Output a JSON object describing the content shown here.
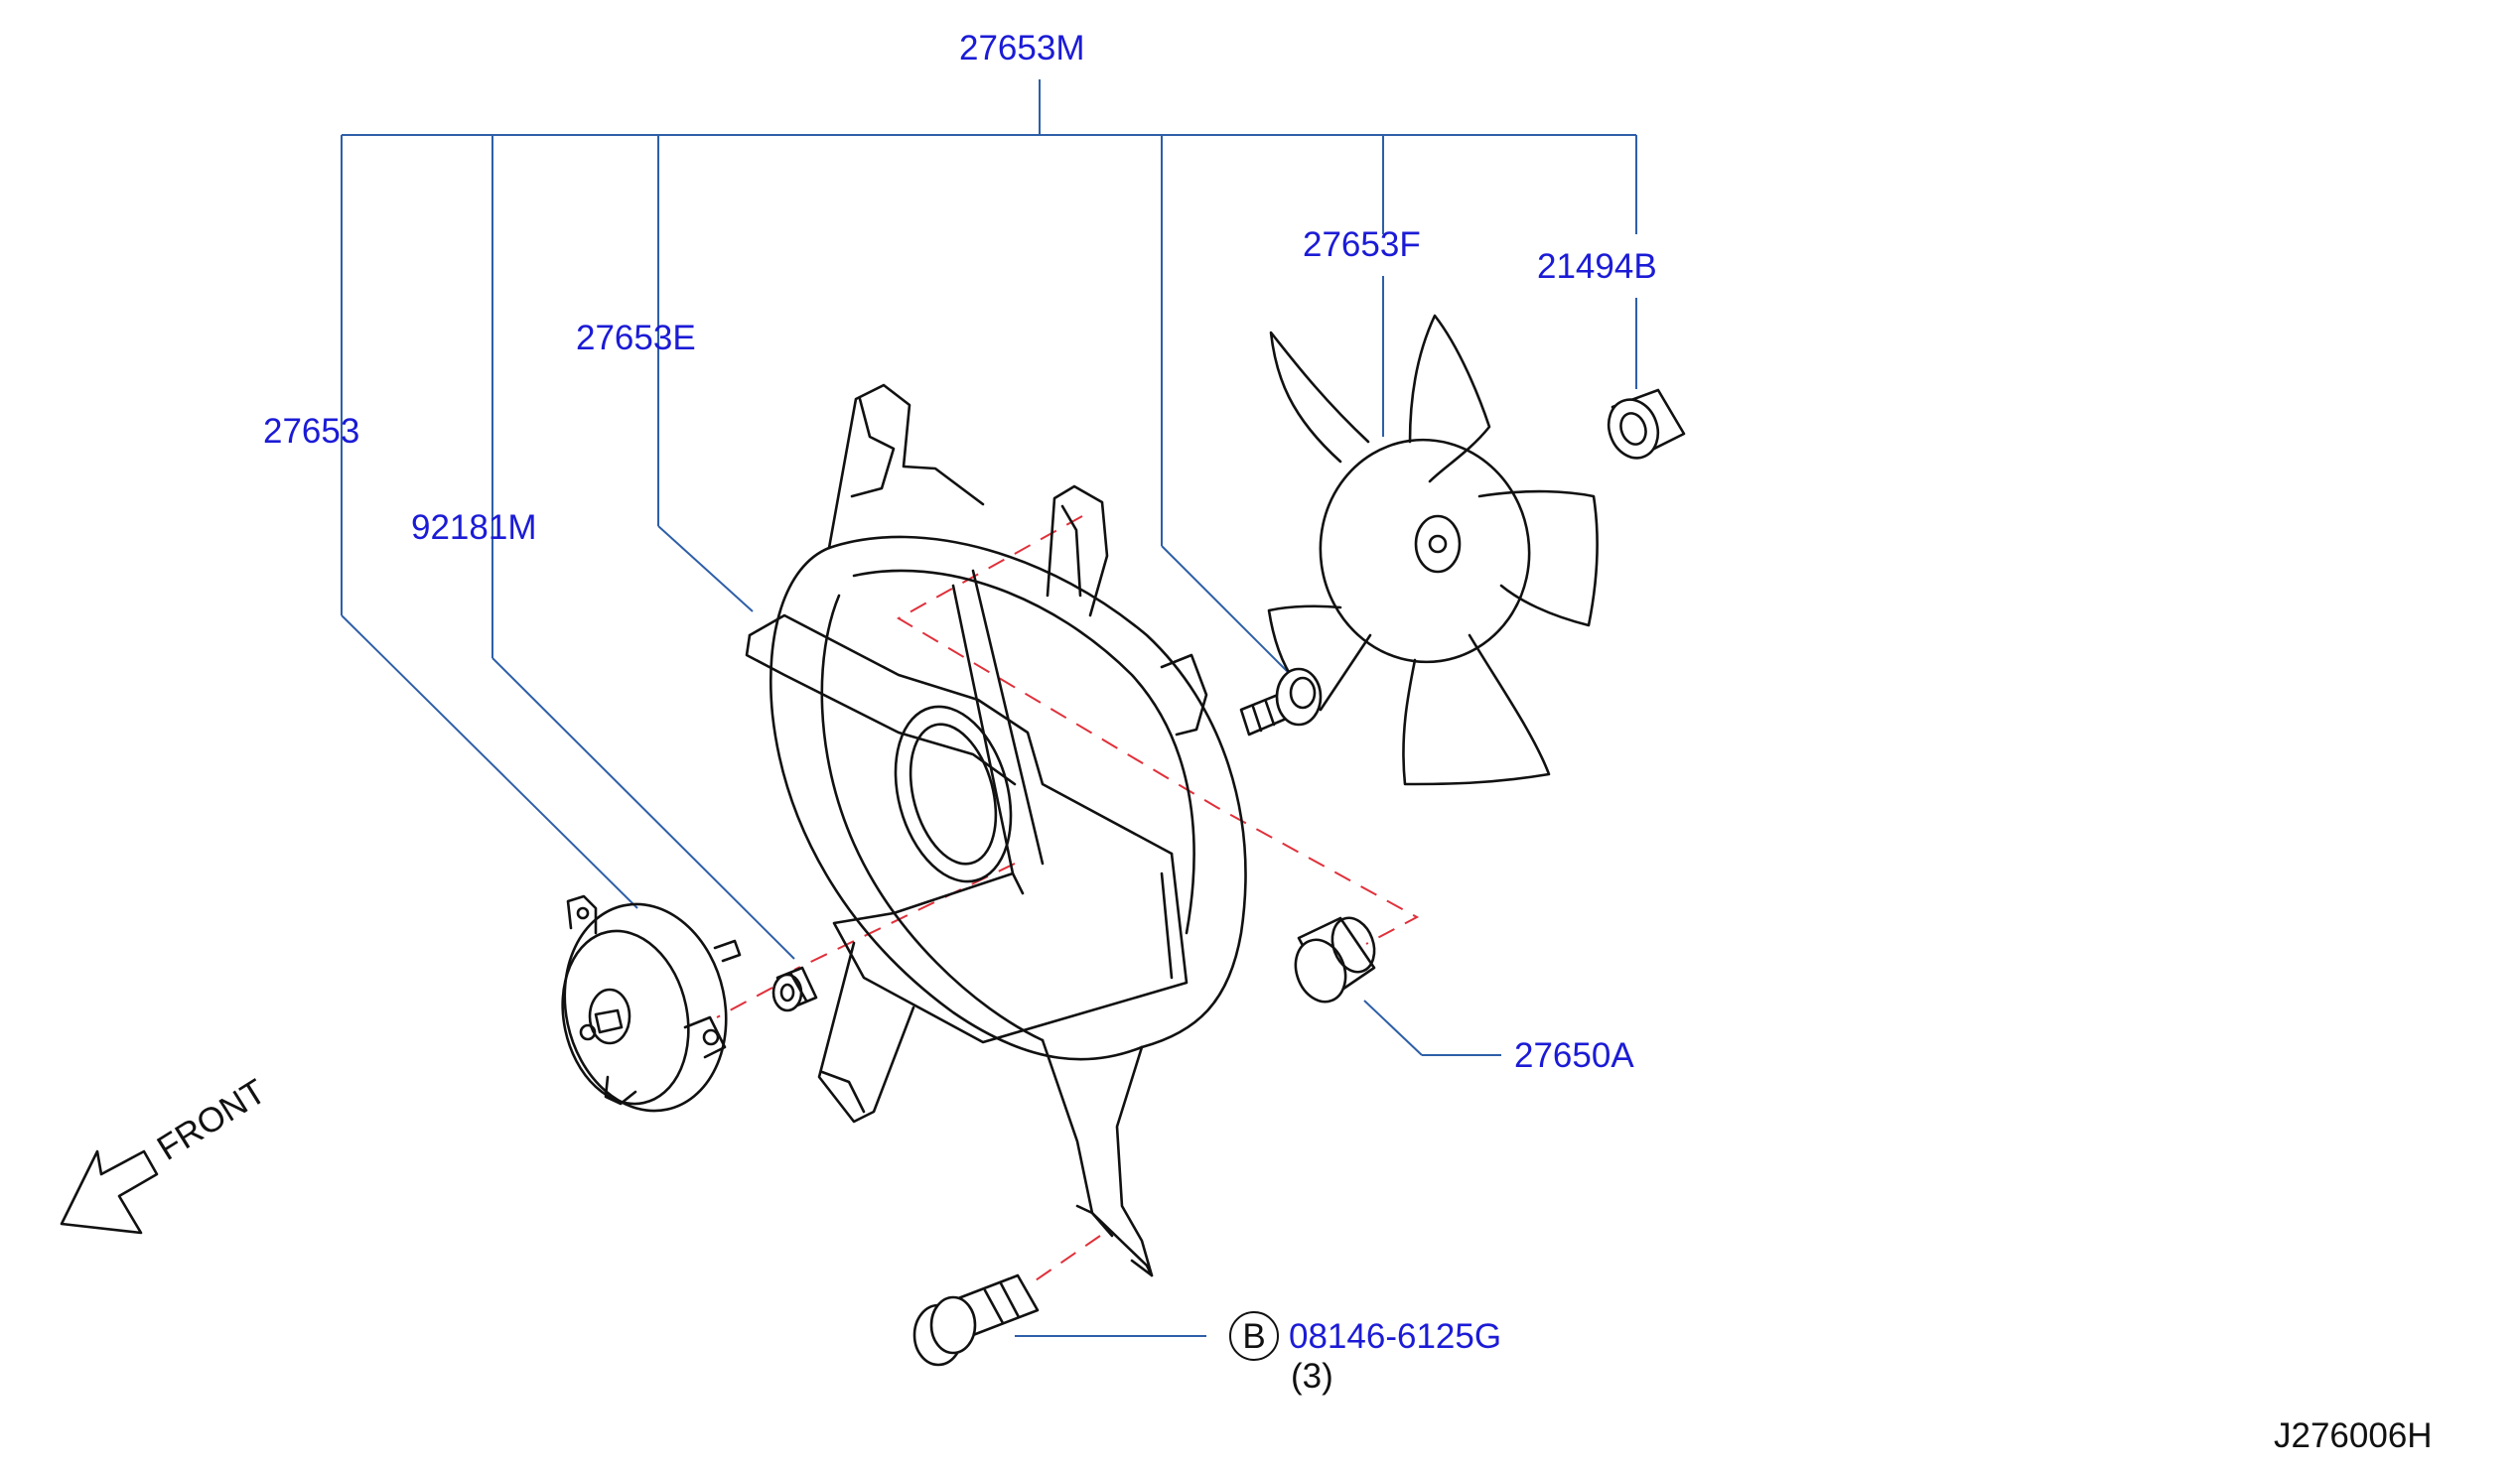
{
  "diagram_id": "J276006H",
  "labels": {
    "assembly": "27653M",
    "motor": "27653",
    "washer": "92181M",
    "shroud": "27653E",
    "fan_bolt": "",
    "fan": "27653F",
    "cap_nut": "21494B",
    "grommet": "27650A",
    "bolt": "08146-6125G",
    "bolt_qty": "(3)",
    "bolt_symbol": "B"
  },
  "direction": {
    "text": "FRONT"
  },
  "colors": {
    "label": "#1b1bd6",
    "leader": "#2e5fa8",
    "part_line": "#111111",
    "dashed_guide": "#e0303a"
  }
}
